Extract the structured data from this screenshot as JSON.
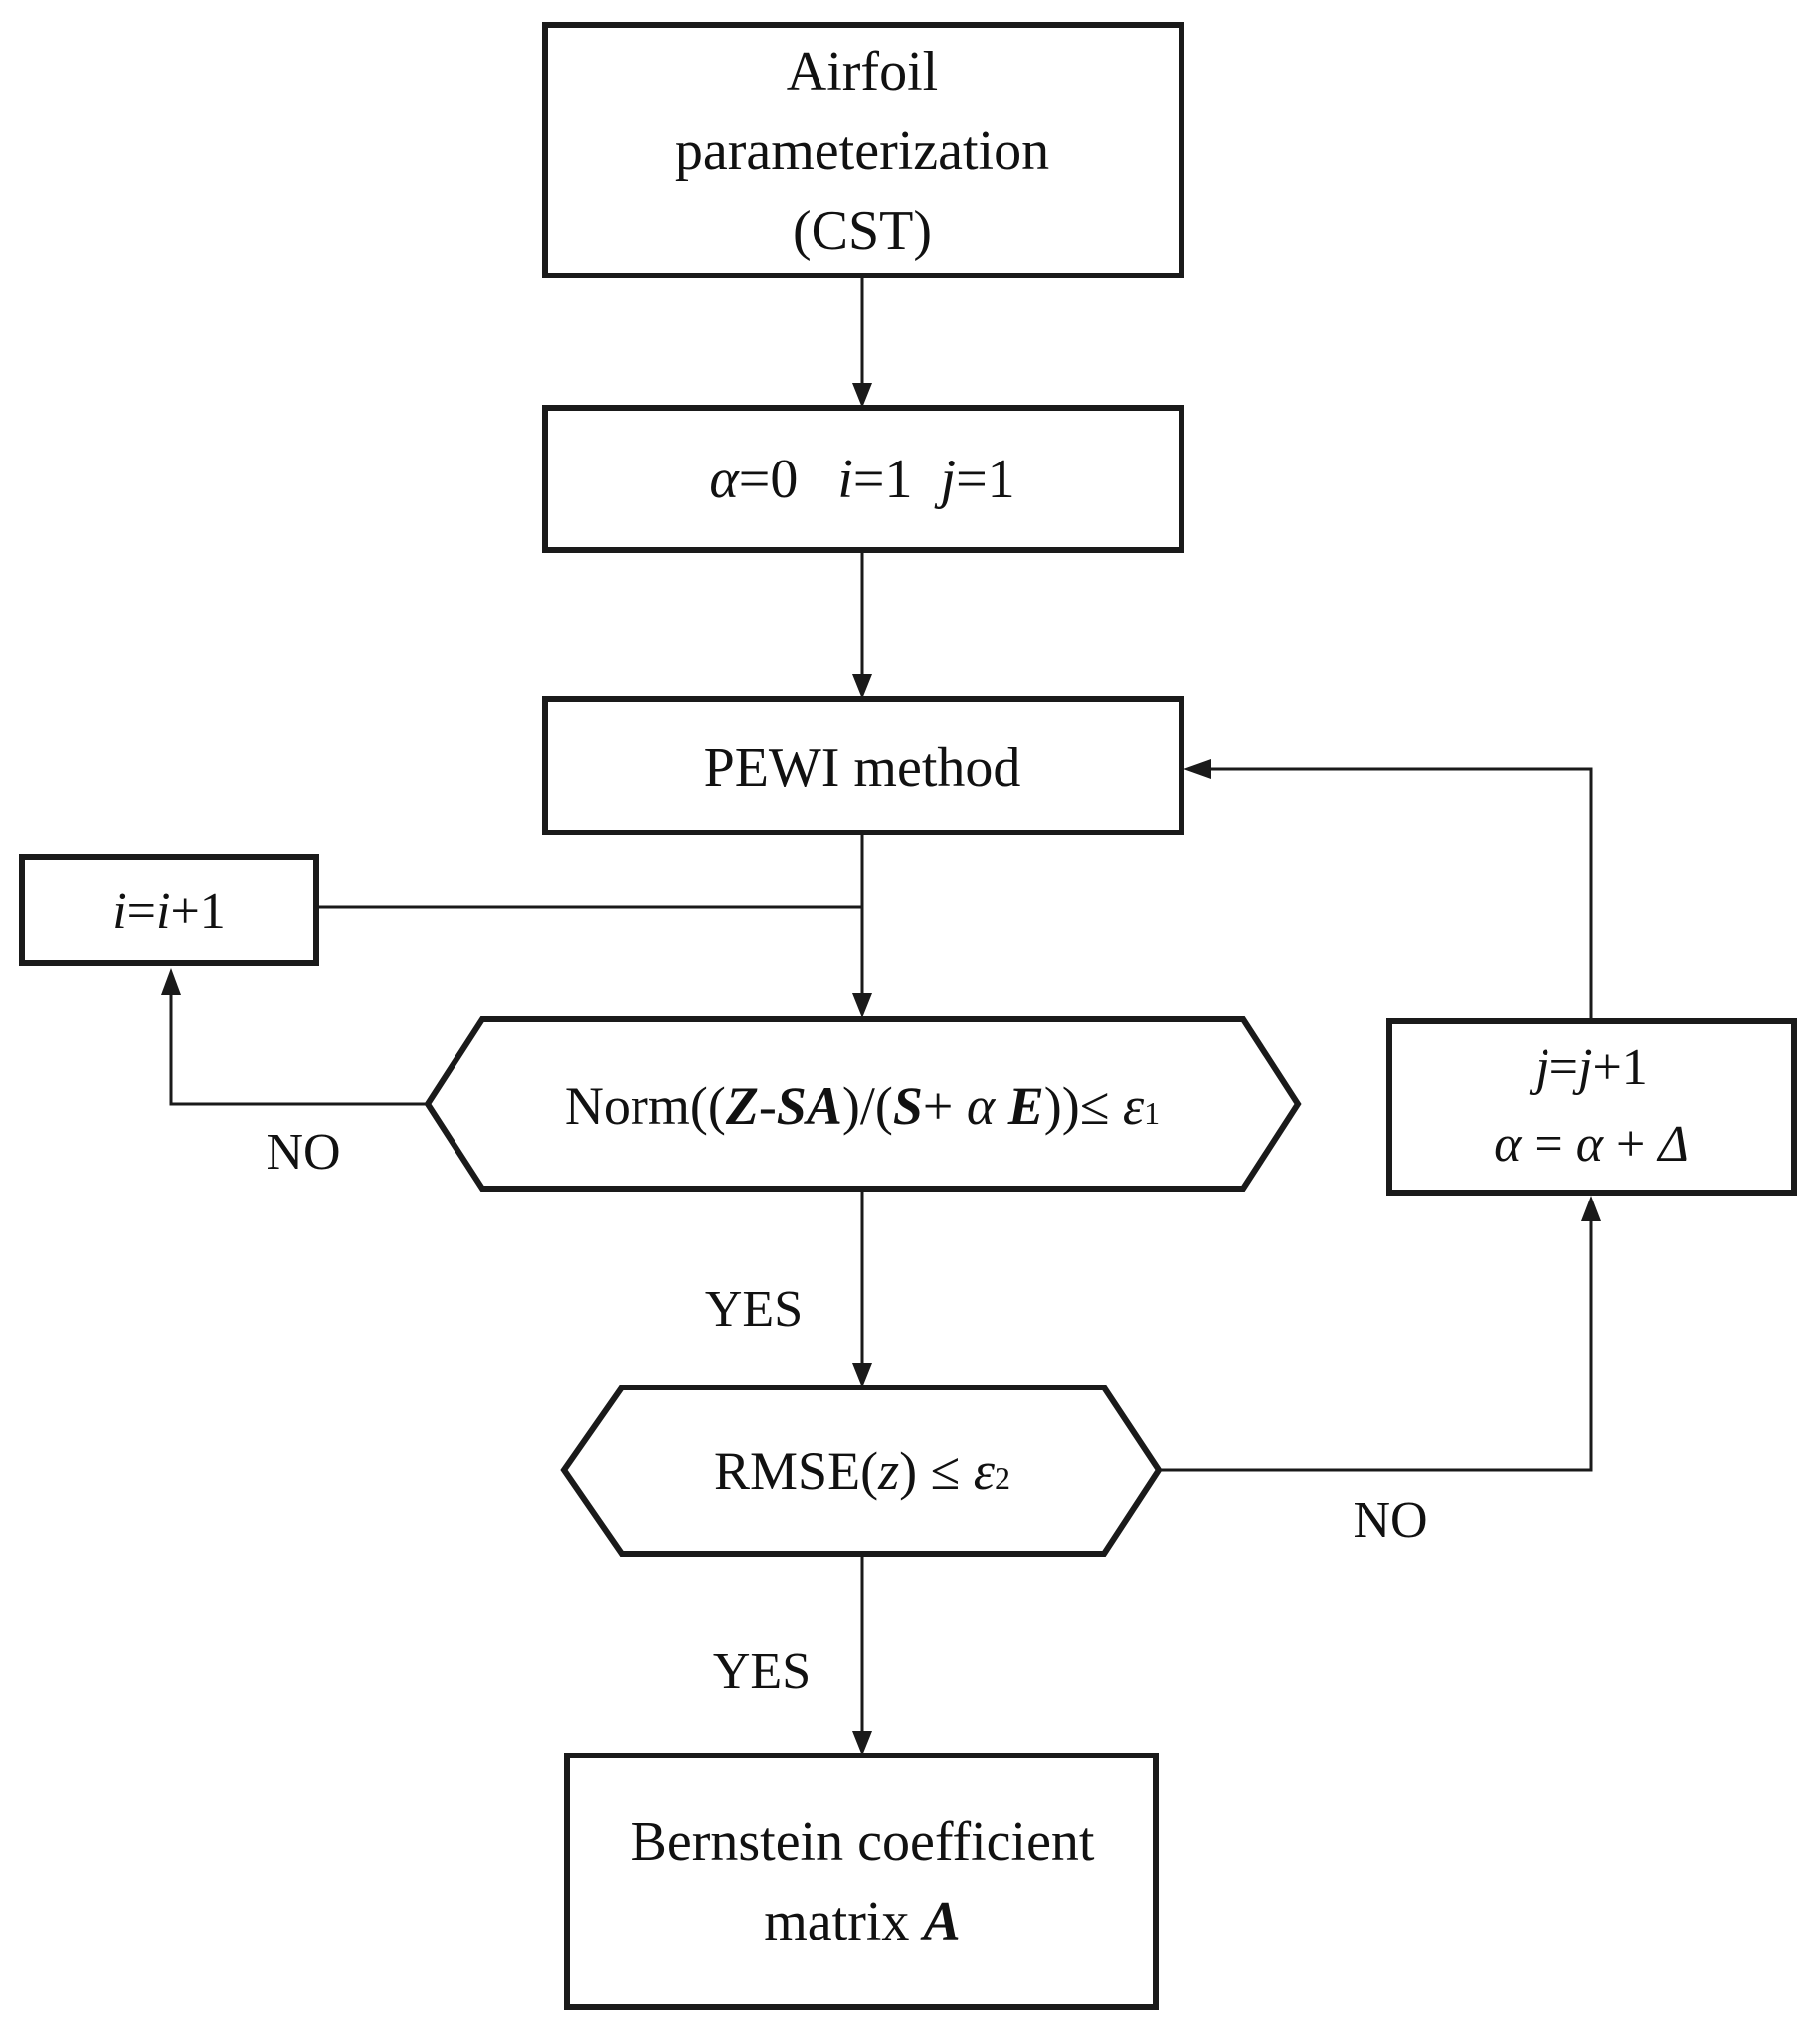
{
  "diagram": {
    "nodes": {
      "parameterization": {
        "line1": "Airfoil",
        "line2": "parameterization",
        "line3": "(CST)"
      },
      "init": {
        "alpha": "α",
        "alpha_eq": "=0",
        "i": "i",
        "i_eq": "=1",
        "j": "j",
        "j_eq": "=1"
      },
      "pewi": {
        "label": "PEWI method"
      },
      "inc_i": {
        "i1": "i",
        "eq": "=",
        "i2": "i",
        "rest": "+1"
      },
      "norm_check": {
        "prefix": "Norm((",
        "Z": "Z",
        "dash": "-",
        "SA": "SA",
        "mid": ")/(",
        "S": "S",
        "plus": "+ ",
        "alpha": "α",
        "sp": " ",
        "E": "E",
        "close": "))≤ ",
        "eps": "ε",
        "sub": "1"
      },
      "rmse_check": {
        "prefix": "RMSE(",
        "z": "z",
        "close": ") ≤  ",
        "eps": "ε",
        "sub": "2"
      },
      "inc_j": {
        "j1": "j",
        "eq": "=",
        "j2": "j",
        "rest": "+1",
        "a1": "α",
        "mid": " = ",
        "a2": "α",
        "plus": " + ",
        "delta": "Δ"
      },
      "result": {
        "line1": "Bernstein coefficient",
        "line2": "matrix ",
        "A": "A"
      }
    },
    "edge_labels": {
      "norm_no": "NO",
      "norm_yes": "YES",
      "rmse_no": "NO",
      "rmse_yes": "YES"
    }
  }
}
